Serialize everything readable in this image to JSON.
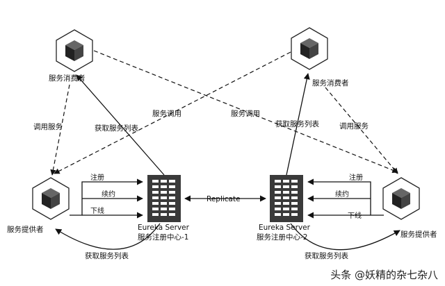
{
  "nodes": {
    "consumer_left": {
      "label": "服务消费者"
    },
    "consumer_right": {
      "label": "服务消费者"
    },
    "provider_left": {
      "label": "服务提供者"
    },
    "provider_right": {
      "label": "服务提供者"
    },
    "server_1": {
      "title": "Eureka Server",
      "subtitle": "服务注册中心-1"
    },
    "server_2": {
      "title": "Eureka Server",
      "subtitle": "服务注册中心-2"
    }
  },
  "edges": {
    "call_service_left": "调用服务",
    "call_service_right": "调用服务",
    "fetch_list_left": "获取服务列表",
    "fetch_list_right": "获取服务列表",
    "service_call_left": "服务调用",
    "service_call_right": "服务调用",
    "register_left": "注册",
    "renew_left": "续约",
    "offline_left": "下线",
    "register_right": "注册",
    "renew_right": "续约",
    "offline_right": "下线",
    "replicate": "Replicate",
    "fetch_list_bottom_left": "获取服务列表",
    "fetch_list_bottom_right": "获取服务列表"
  },
  "watermark": "头条 @妖精的杂七杂八",
  "colors": {
    "line": "#111111",
    "server_fill": "#3a3a3a",
    "cube_fill": "#333333"
  }
}
